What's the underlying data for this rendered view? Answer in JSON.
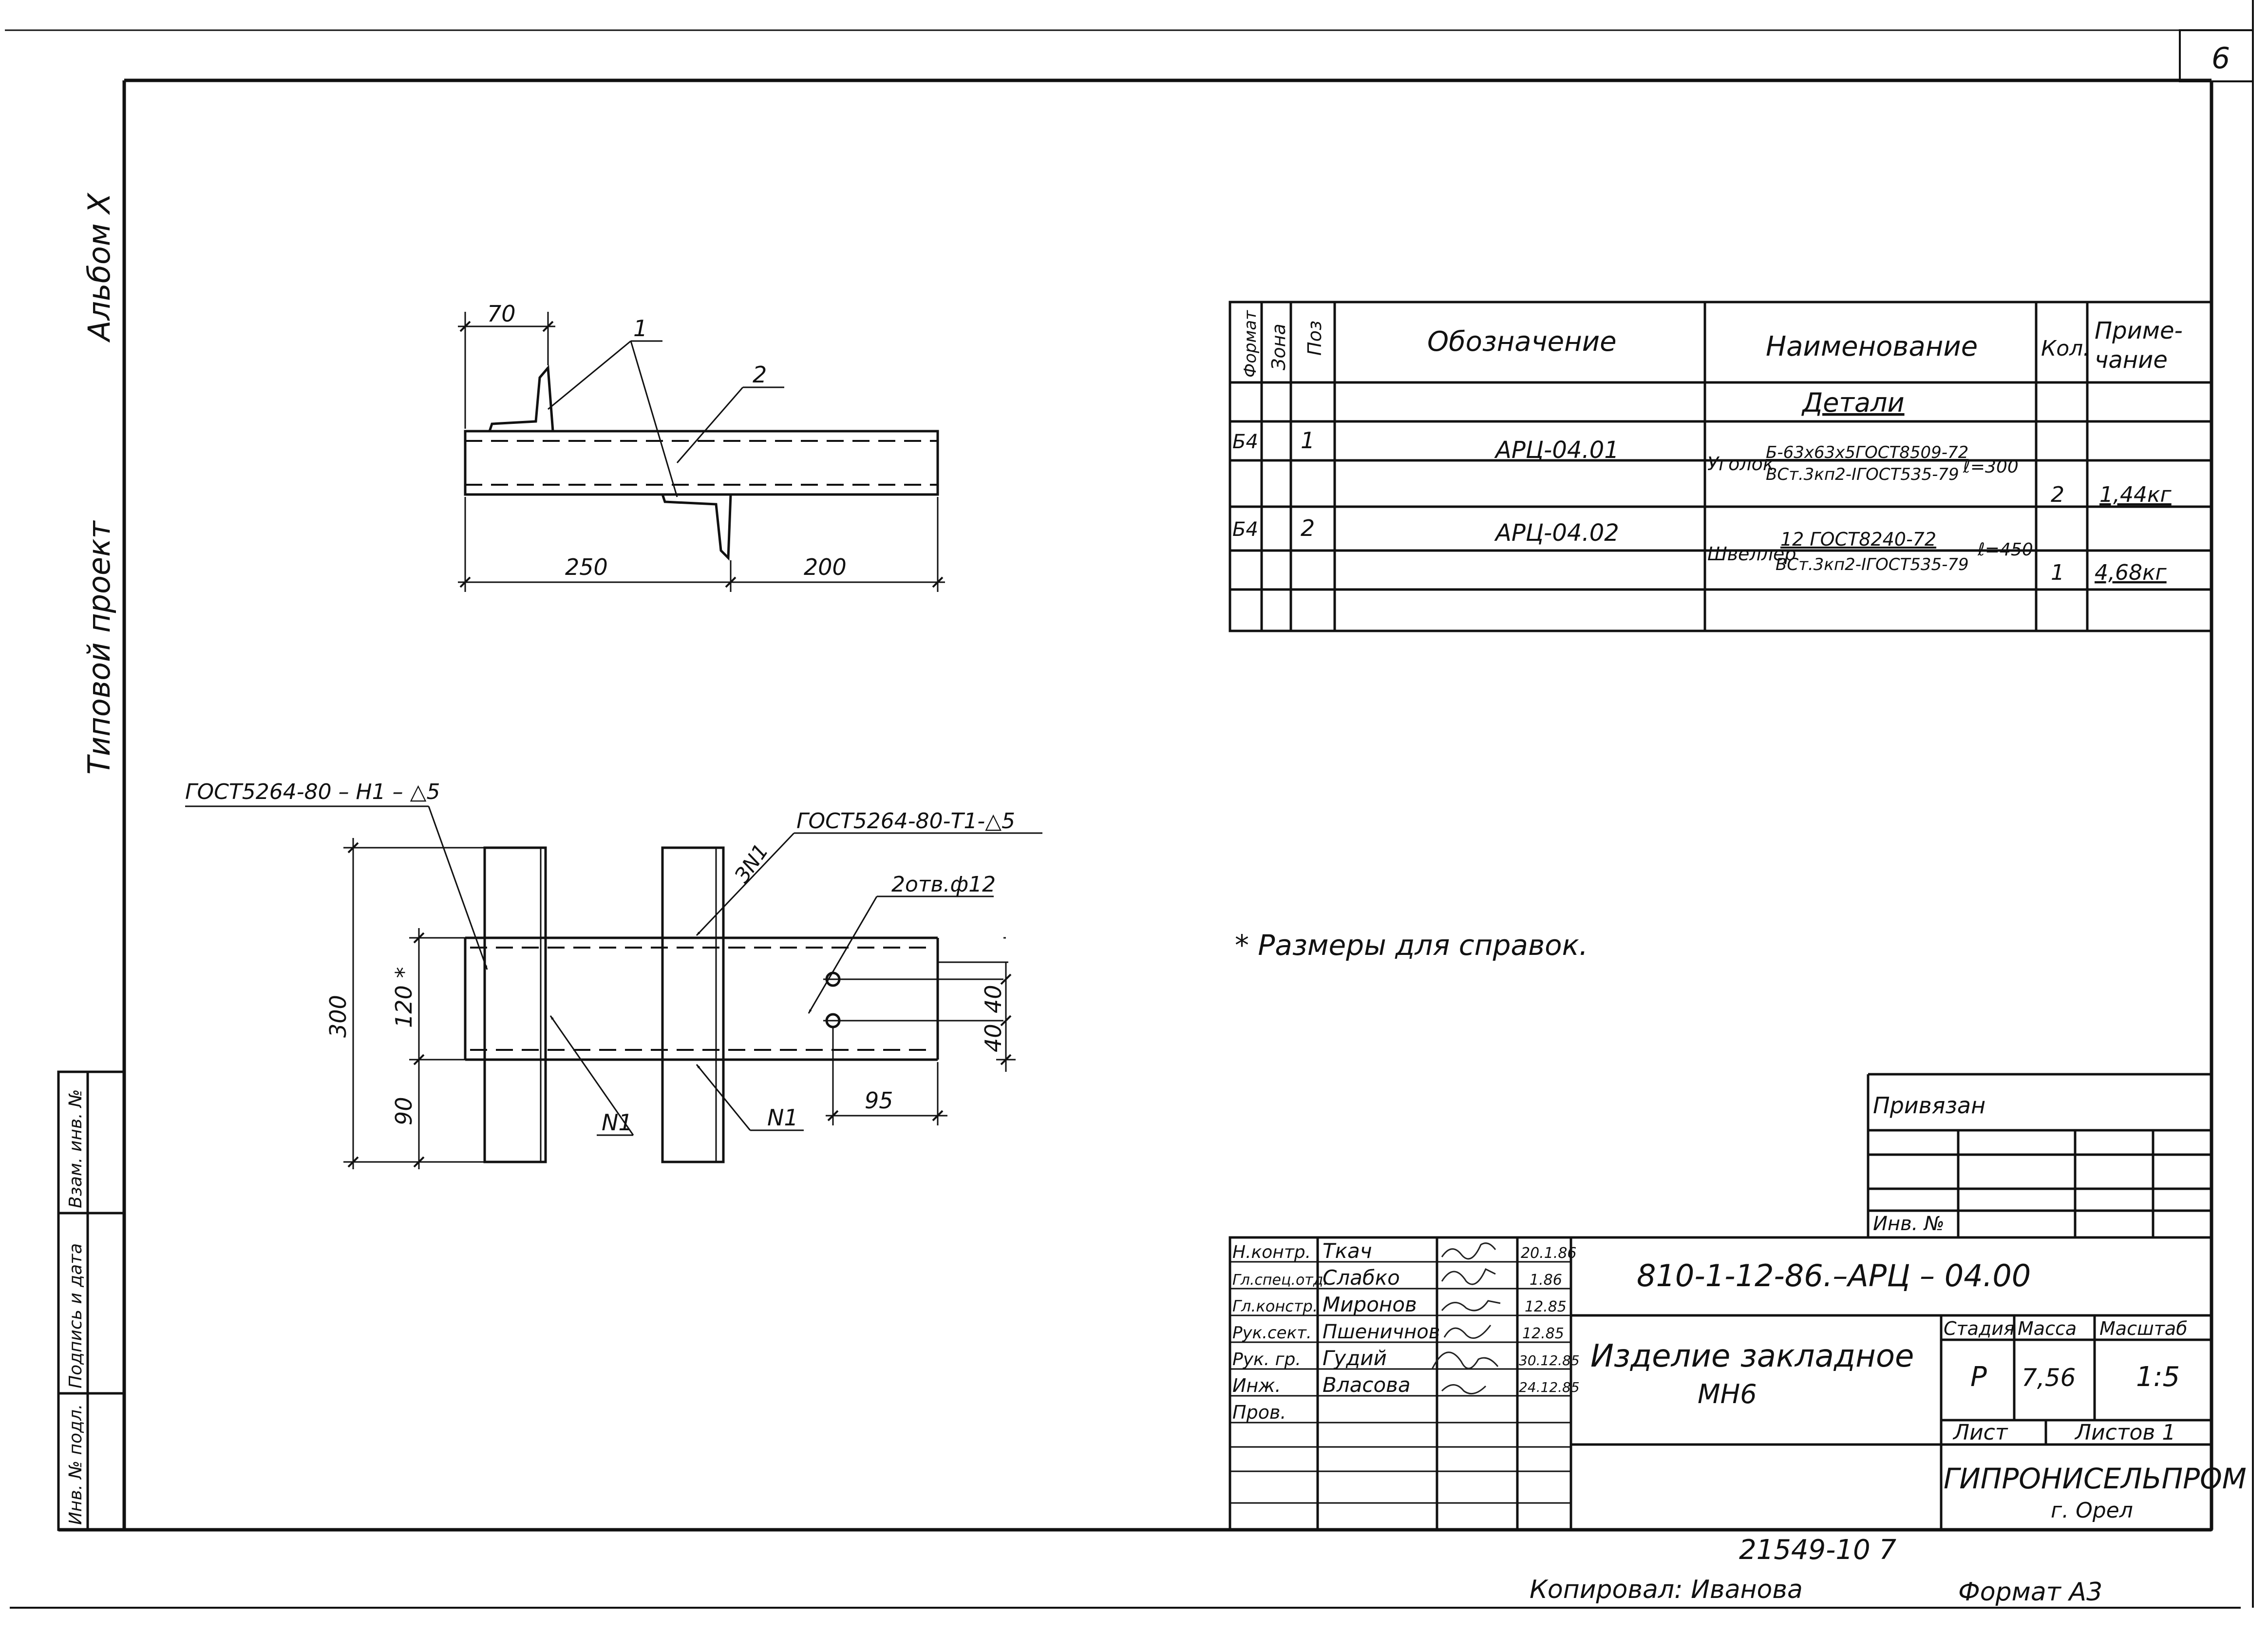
{
  "sheet_number": "6",
  "side_text": {
    "album": "Альбом X",
    "typical_project": "Типовой проект"
  },
  "side_stamp": {
    "inv_no_orig": "Инв. № подл.",
    "sign_date": "Подпись и дата",
    "inv_no_repl": "Взам. инв. №"
  },
  "top_view": {
    "dim_70": "70",
    "dim_250": "250",
    "dim_200": "200",
    "pos_1": "1",
    "pos_2": "2"
  },
  "front_view": {
    "weld_left": "ГОСТ5264-80 – Н1 – △5",
    "weld_right": "ГОСТ5264-80-Т1-△5",
    "weld_mark": "ЗN1",
    "holes": "2отв.ф12",
    "dim_300": "300",
    "dim_120": "120 *",
    "dim_90": "90",
    "dim_40a": "40",
    "dim_40b": "40",
    "dim_95": "95",
    "n1_left": "N1",
    "n1_right": "N1"
  },
  "note": "* Размеры для справок.",
  "spec_table": {
    "headers": {
      "format": "Формат",
      "zone": "Зона",
      "pos": "Поз",
      "designation": "Обозначение",
      "name": "Наименование",
      "qty": "Кол.",
      "note_1": "Приме-",
      "note_2": "чание"
    },
    "section": "Детали",
    "rows": [
      {
        "format": "Б4",
        "pos": "1",
        "designation": "АРЦ-04.01",
        "name_prefix": "Уголок",
        "name_top": "Б-63х63х5ГОСТ8509-72",
        "name_bottom": "ВСт.3кп2-IГОСТ535-79",
        "length": "ℓ=300",
        "qty": "2",
        "note": "1,44кг"
      },
      {
        "format": "Б4",
        "pos": "2",
        "designation": "АРЦ-04.02",
        "name_prefix": "Швеллер",
        "name_top": "12 ГОСТ8240-72",
        "name_bottom": "ВСт.3кп2-IГОСТ535-79",
        "length": "ℓ=450",
        "qty": "1",
        "note": "4,68кг"
      }
    ]
  },
  "attached": {
    "label": "Привязан",
    "inv": "Инв. №"
  },
  "title_block": {
    "doc_code": "810-1-12-86.–АРЦ – 04.00",
    "title_1": "Изделие закладное",
    "title_2": "МН6",
    "stage_label": "Стадия",
    "mass_label": "Масса",
    "scale_label": "Масштаб",
    "stage": "Р",
    "mass": "7,56",
    "scale": "1:5",
    "sheet_label": "Лист",
    "sheets_label": "Листов 1",
    "org": "ГИПРОНИСЕЛЬПРОМ",
    "city": "г. Орел",
    "people": [
      {
        "role": "Н.контр.",
        "name": "Ткач",
        "date": "20.1.86"
      },
      {
        "role": "Гл.спец.отд.",
        "name": "Слабко",
        "date": "1.86"
      },
      {
        "role": "Гл.констр.",
        "name": "Миронов",
        "date": "12.85"
      },
      {
        "role": "Рук.сект.",
        "name": "Пшеничнов",
        "date": "12.85"
      },
      {
        "role": "Рук. гр.",
        "name": "Гудий",
        "date": "30.12.85"
      },
      {
        "role": "Инж.",
        "name": "Власова",
        "date": "24.12.85"
      },
      {
        "role": "Пров.",
        "name": "",
        "date": ""
      }
    ]
  },
  "footer": {
    "archive_no": "21549-10   7",
    "copied": "Копировал: Иванова",
    "format": "Формат А3"
  }
}
